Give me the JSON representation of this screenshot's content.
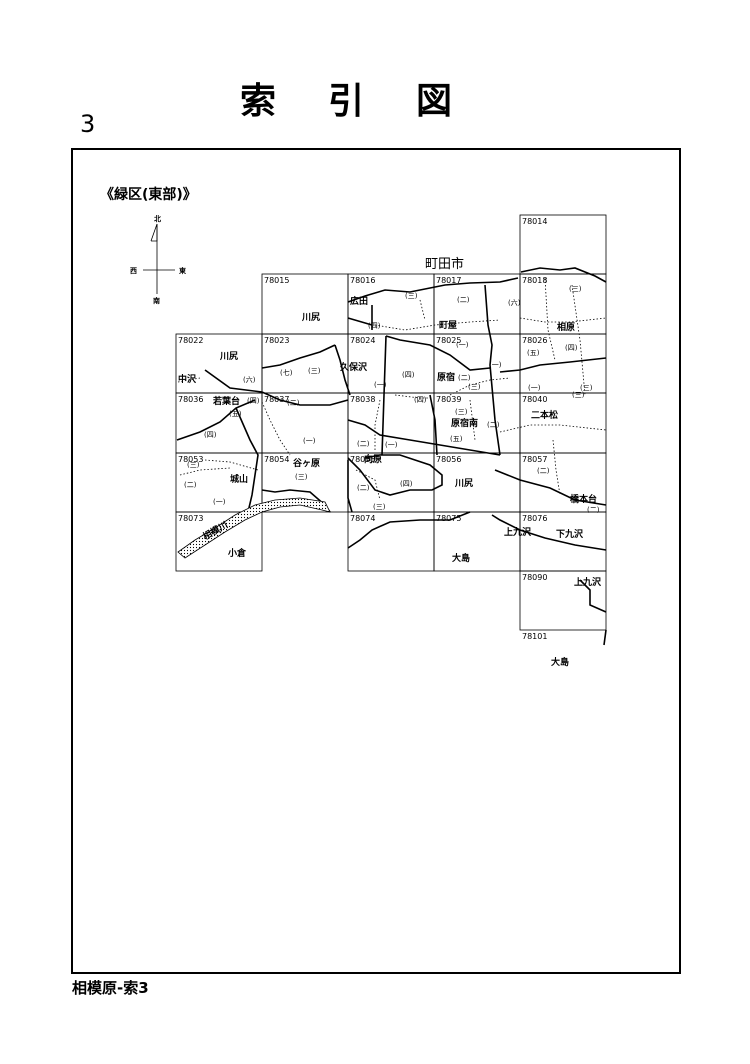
{
  "header": {
    "title_chars": [
      "索",
      "引",
      "図"
    ],
    "page_number": "3"
  },
  "map": {
    "district_label": "《緑区(東部)》",
    "city_label": "町田市",
    "compass": {
      "north": "北",
      "south": "南",
      "east": "東",
      "west": "西"
    },
    "sheets": [
      {
        "id": "78014"
      },
      {
        "id": "78015"
      },
      {
        "id": "78016"
      },
      {
        "id": "78017"
      },
      {
        "id": "78018"
      },
      {
        "id": "78022"
      },
      {
        "id": "78023"
      },
      {
        "id": "78024"
      },
      {
        "id": "78025"
      },
      {
        "id": "78026"
      },
      {
        "id": "78036"
      },
      {
        "id": "78037"
      },
      {
        "id": "78038"
      },
      {
        "id": "78039"
      },
      {
        "id": "78040"
      },
      {
        "id": "78053"
      },
      {
        "id": "78054"
      },
      {
        "id": "78055"
      },
      {
        "id": "78056"
      },
      {
        "id": "78057"
      },
      {
        "id": "78073"
      },
      {
        "id": "78074"
      },
      {
        "id": "78075"
      },
      {
        "id": "78076"
      },
      {
        "id": "78090"
      },
      {
        "id": "78101"
      }
    ],
    "place_names": [
      "川尻",
      "広田",
      "町屋",
      "相原",
      "川尻",
      "久保沢",
      "原宿",
      "中沢",
      "若葉台",
      "原宿南",
      "二本松",
      "谷ヶ原",
      "向原",
      "川尻",
      "城山",
      "橋本台",
      "小倉",
      "大島",
      "上九沢",
      "下九沢",
      "上九沢",
      "大島",
      "相模川"
    ],
    "chome_marks": [
      "(三)",
      "(二)",
      "(六)",
      "(三)",
      "(四)",
      "(四)",
      "(一)",
      "(五)",
      "(四)",
      "(六)",
      "(七)",
      "(二)",
      "(三)",
      "(一)",
      "(四)",
      "(二)",
      "(一)",
      "(三)",
      "(一)",
      "(三)",
      "(四)",
      "(五)",
      "(三)",
      "(二)",
      "(一)",
      "(一)",
      "(二)",
      "(四)",
      "(五)",
      "(三)",
      "(二)",
      "(三)",
      "(二)",
      "(一)",
      "(三)",
      "(二)",
      "(二)",
      "(三)",
      "(四)"
    ]
  },
  "footer": {
    "text": "相模原-索3"
  }
}
